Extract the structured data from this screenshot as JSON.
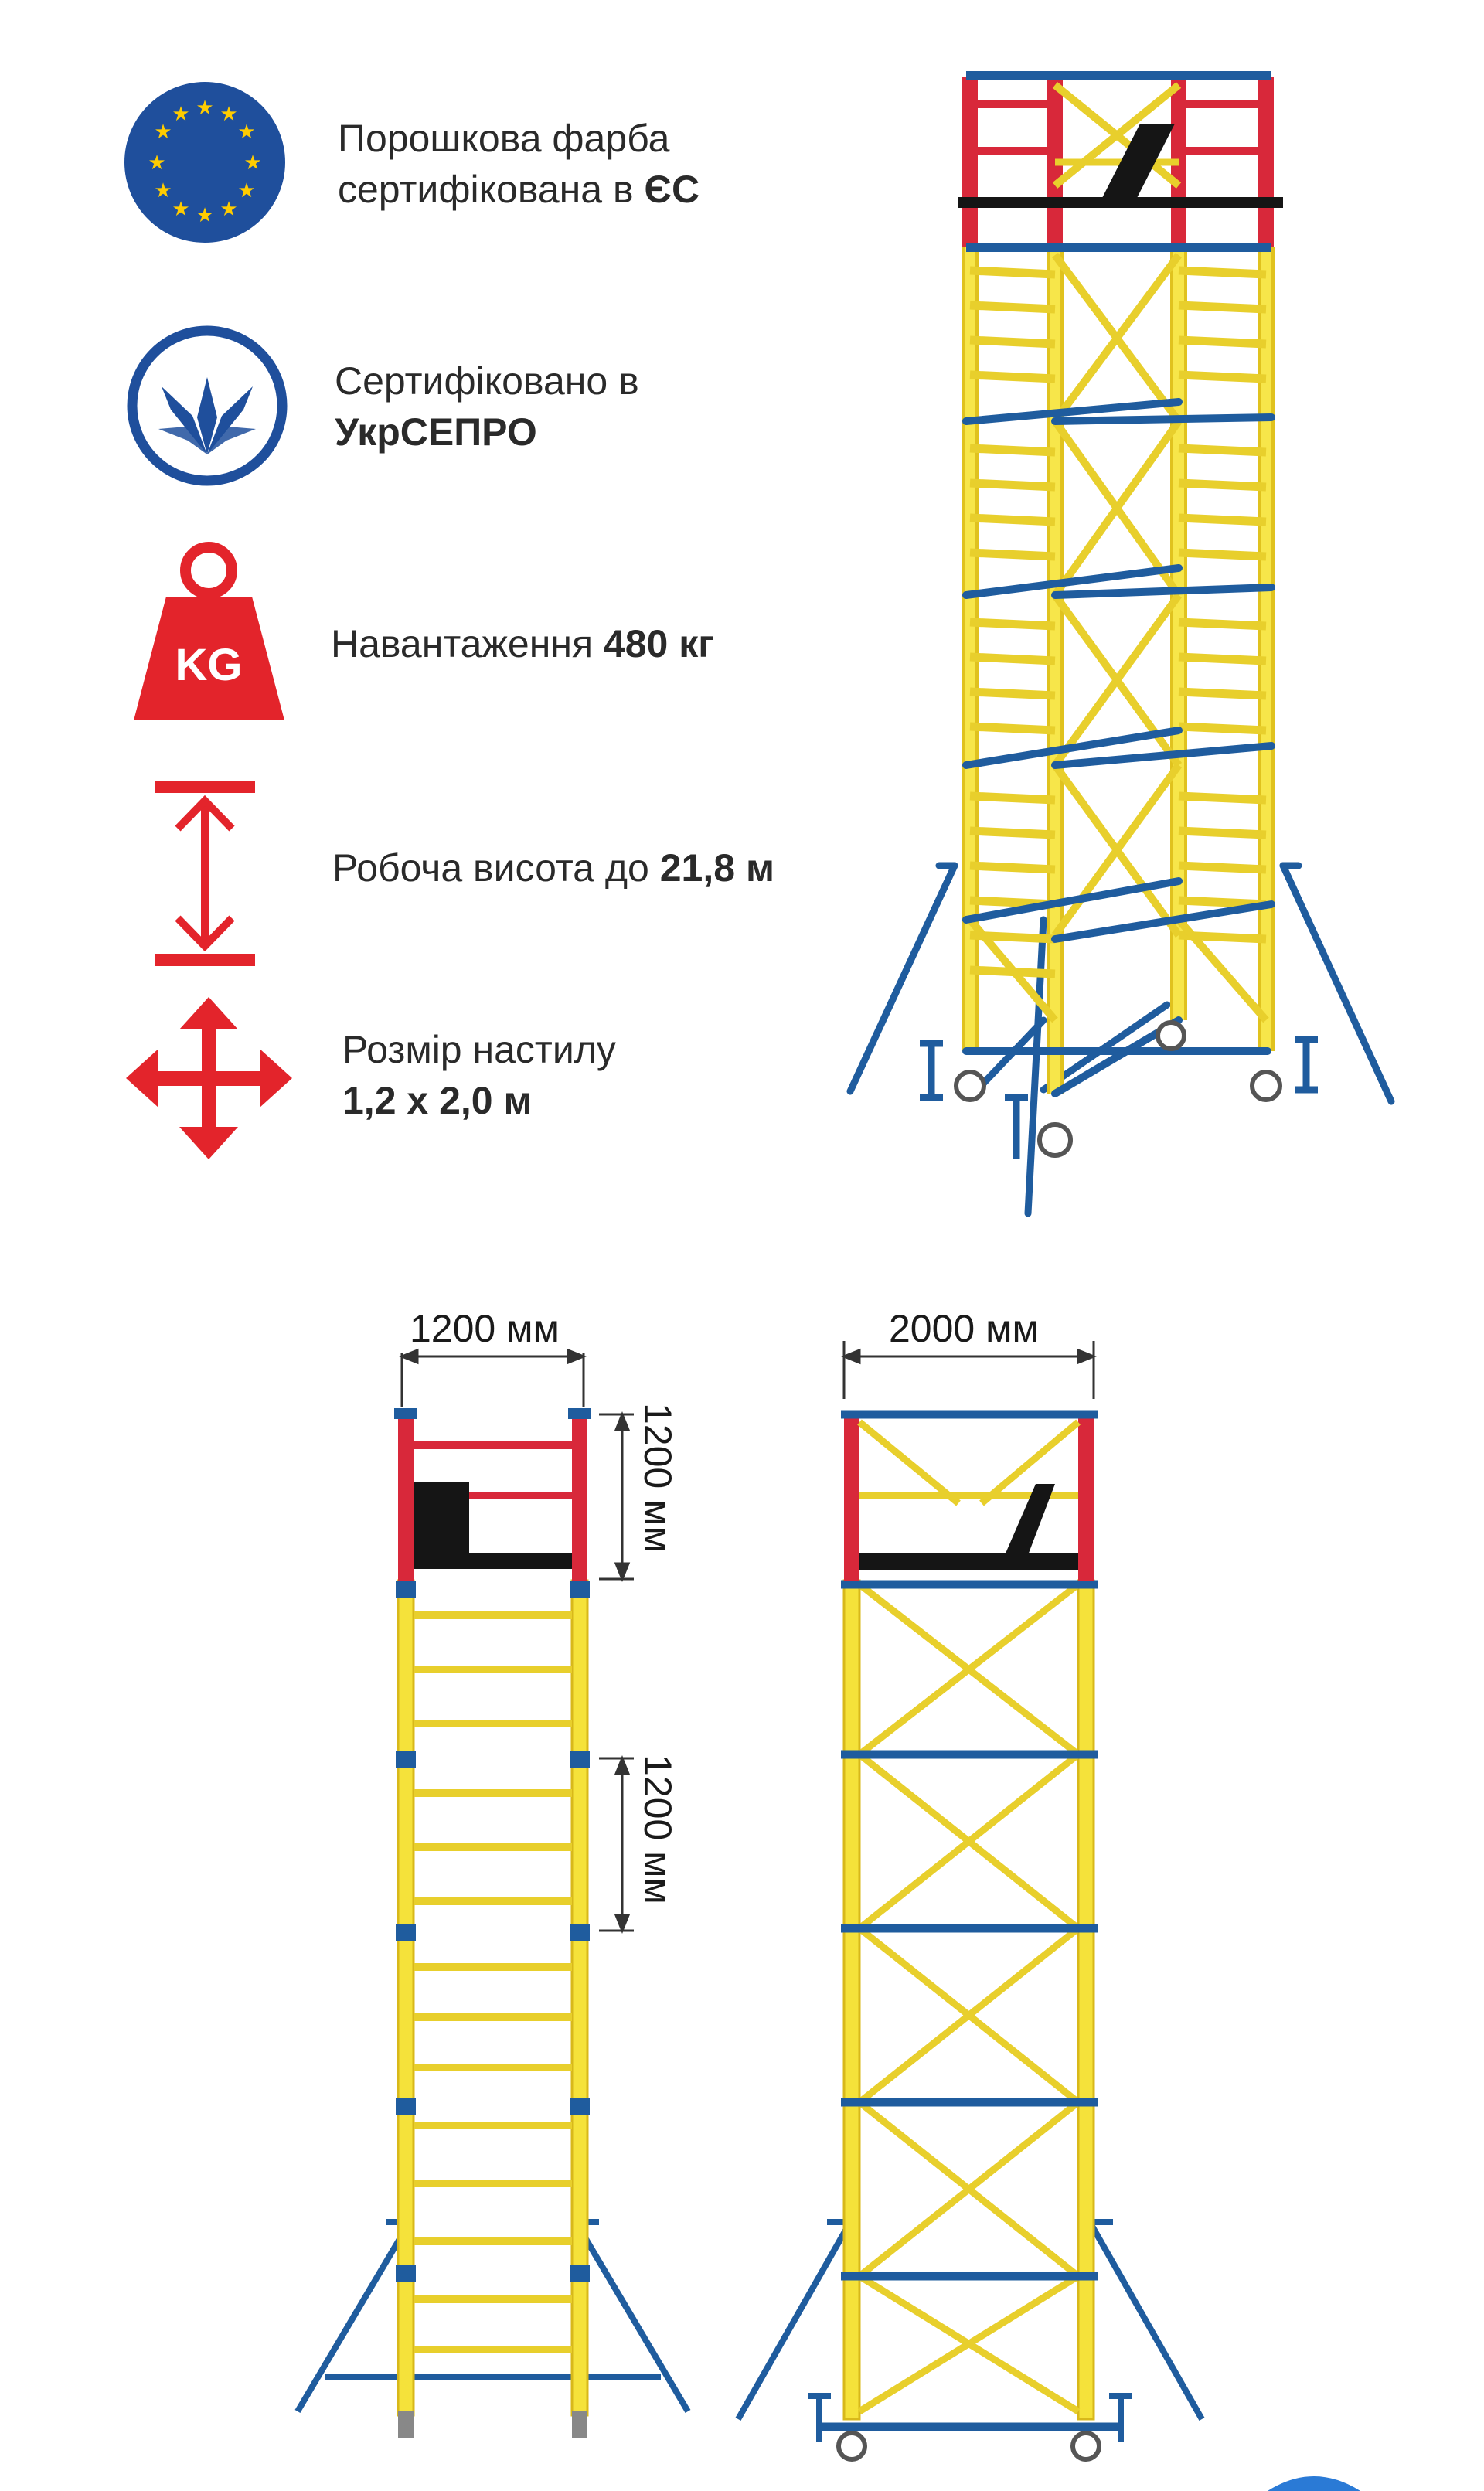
{
  "features": [
    {
      "icon": "eu-flag-icon",
      "line1": "Порошкова фарба",
      "line2_plain": "сертифікована в ",
      "line2_bold": "ЄС"
    },
    {
      "icon": "ukrsepro-icon",
      "line1": "Сертифіковано в",
      "line2_plain": "",
      "line2_bold": "УкрСЕПРО"
    },
    {
      "icon": "weight-icon",
      "icon_text": "KG",
      "line1_plain": "Навантаження ",
      "line1_bold": "480 кг"
    },
    {
      "icon": "height-arrow-icon",
      "line1_plain": "Робоча висота до ",
      "line1_bold": "21,8 м"
    },
    {
      "icon": "move-arrows-icon",
      "line1": "Розмір настилу",
      "line2_bold": "1,2 х 2,0 м"
    }
  ],
  "dimensions": {
    "side_width": "1200 мм",
    "front_width": "2000 мм",
    "top_section_height": "1200 мм",
    "mid_section_height": "1200 мм"
  },
  "colors": {
    "yellow": "#f5e23a",
    "yellow_edge": "#d8b81a",
    "blue": "#1f5c9e",
    "red": "#d8283a",
    "black": "#151515",
    "eu_blue": "#1f4f9c",
    "eu_star": "#ffcc00",
    "icon_red": "#e3242b"
  }
}
